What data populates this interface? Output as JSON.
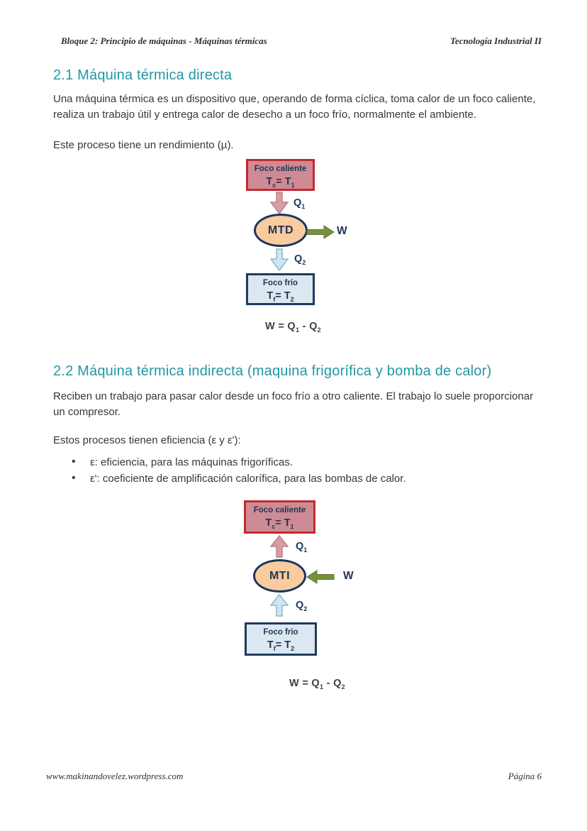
{
  "header": {
    "left": "Bloque 2: Principio de máquinas - Máquinas térmicas",
    "right": "Tecnología Industrial II"
  },
  "footer": {
    "left": "www.makinandovelez.wordpress.com",
    "right": "Página 6"
  },
  "section1": {
    "heading": "2.1 Máquina térmica directa",
    "para1": "Una máquina térmica es un dispositivo que, operando de forma cíclica, toma calor de un foco caliente, realiza un trabajo útil y entrega calor de desecho a un foco frío, normalmente el ambiente.",
    "para2": "Este proceso tiene un rendimiento (µ)."
  },
  "section2": {
    "heading": "2.2 Máquina térmica indirecta (maquina frigorífica y bomba de calor)",
    "para1": "Reciben un trabajo para pasar calor desde un foco frío a otro caliente. El trabajo lo suele proporcionar un compresor.",
    "para2": "Estos procesos tienen eficiencia (ε y ε'):",
    "bullets": [
      "ε: eficiencia, para las máquinas frigoríficas.",
      "ε': coeficiente de amplificación calorífica, para las bombas de calor."
    ]
  },
  "diagram1": {
    "machine": "MTD",
    "hot": {
      "label": "Foco caliente",
      "t_base": "T",
      "t_sub": "c",
      "t_eq": "= T",
      "t_sub2": "1"
    },
    "cold": {
      "label": "Foco frío",
      "t_base": "T",
      "t_sub": "f",
      "t_eq": "= T",
      "t_sub2": "2"
    },
    "q1": {
      "base": "Q",
      "sub": "1"
    },
    "q2": {
      "base": "Q",
      "sub": "2"
    },
    "work": "W"
  },
  "diagram2": {
    "machine": "MTI",
    "hot": {
      "label": "Foco caliente",
      "t_base": "T",
      "t_sub": "c",
      "t_eq": "= T",
      "t_sub2": "1"
    },
    "cold": {
      "label": "Foco frio",
      "t_base": "T",
      "t_sub": "f",
      "t_eq": "= T",
      "t_sub2": "2"
    },
    "q1": {
      "base": "Q",
      "sub": "1"
    },
    "q2": {
      "base": "Q",
      "sub": "2"
    },
    "work": "W"
  },
  "formula": {
    "lead": "W = Q",
    "sub1": "1",
    "mid": " - Q",
    "sub2": "2"
  },
  "colors": {
    "heading_teal": "#1f98a6",
    "hot_fill": "#cf8b93",
    "hot_border": "#c02b31",
    "cold_fill": "#dce7f1",
    "cold_border": "#1f3a5f",
    "machine_fill": "#f9cb9e",
    "machine_border": "#17365d",
    "diagram_text_navy": "#1e3556",
    "work_arrow_green": "#76923c",
    "heat_arrow_pink": "#d79da4",
    "heat_arrow_blue": "#cfe6f0"
  }
}
